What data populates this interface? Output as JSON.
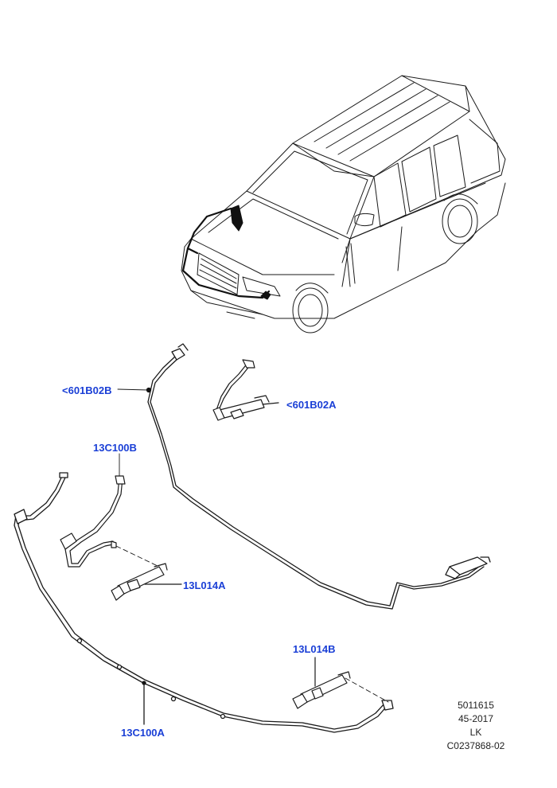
{
  "colors": {
    "callout": "#1a3fd6",
    "line": "#1a1a1a",
    "fill": "#ffffff",
    "dark": "#111111"
  },
  "callouts": {
    "c601b02b": "<601B02B",
    "c601b02a": "<601B02A",
    "c13c100b": "13C100B",
    "c13l014a": "13L014A",
    "c13l014b": "13L014B",
    "c13c100a": "13C100A"
  },
  "info": {
    "line1": "5011615",
    "line2": "45-2017",
    "line3": "LK",
    "line4": "C0237868-02"
  }
}
